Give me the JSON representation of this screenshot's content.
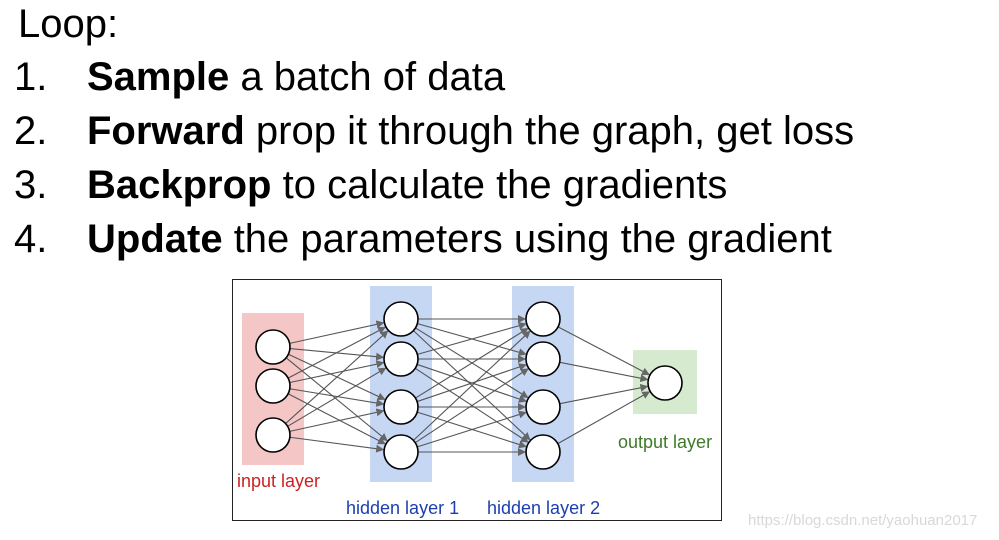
{
  "heading": "Loop:",
  "steps": [
    {
      "num": "1.",
      "bold": "Sample",
      "rest": " a batch of data"
    },
    {
      "num": "2.",
      "bold": "Forward",
      "rest": " prop it through the graph, get loss"
    },
    {
      "num": "3.",
      "bold": "Backprop",
      "rest": " to calculate the gradients"
    },
    {
      "num": "4.",
      "bold": "Update",
      "rest": " the parameters using the gradient"
    }
  ],
  "diagram": {
    "layers": [
      {
        "label": "input layer",
        "neurons": 3,
        "color": "#f4c6c6"
      },
      {
        "label": "hidden layer 1",
        "neurons": 4,
        "color": "#c6d7f4"
      },
      {
        "label": "hidden layer 2",
        "neurons": 4,
        "color": "#c6d7f4"
      },
      {
        "label": "output layer",
        "neurons": 1,
        "color": "#d6ead0"
      }
    ]
  },
  "watermark": "https://blog.csdn.net/yaohuan2017"
}
